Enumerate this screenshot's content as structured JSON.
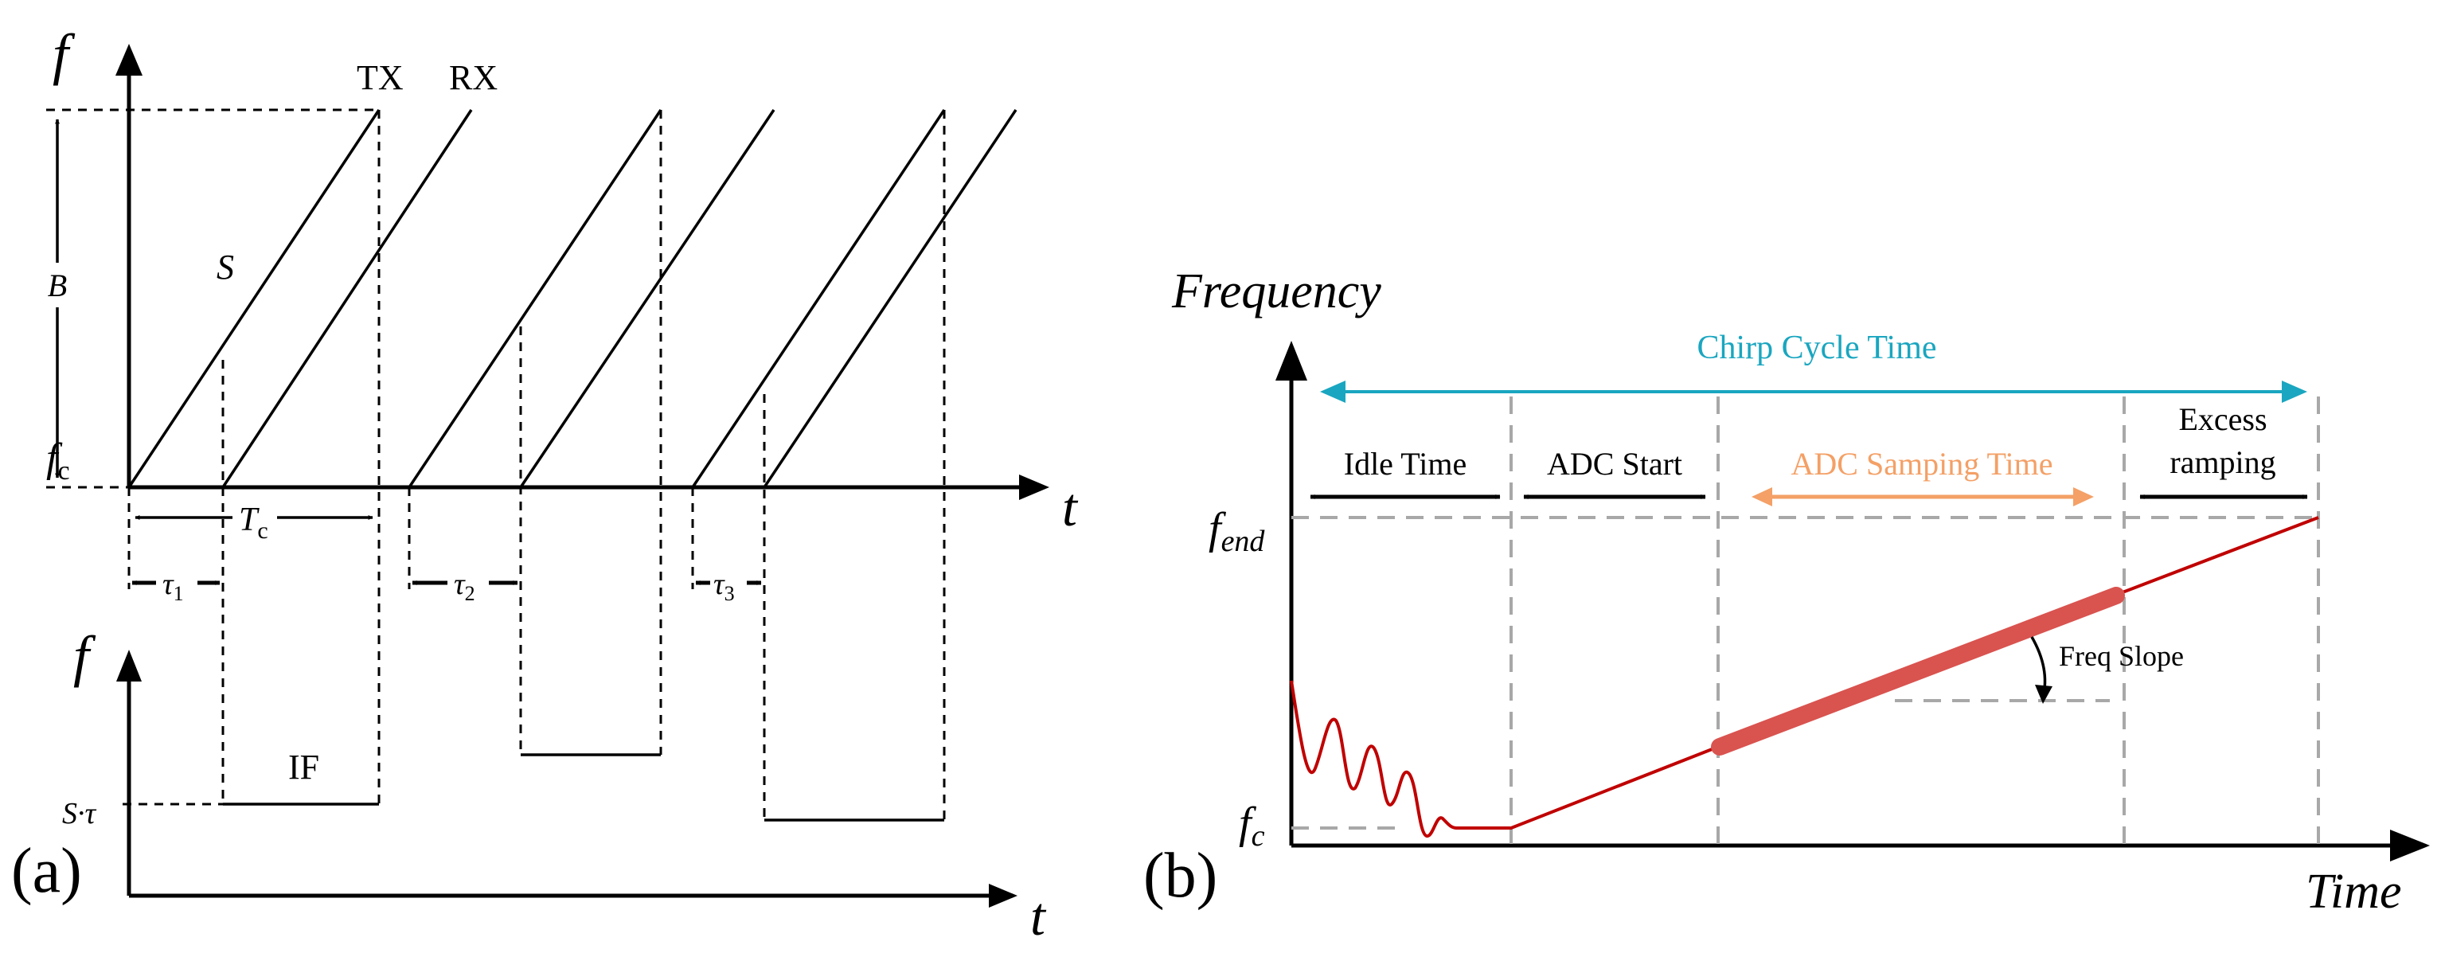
{
  "panel_a": {
    "panel_label": "(a)",
    "top_axis": {
      "y_label": "f",
      "x_label": "t"
    },
    "bottom_axis": {
      "y_label": "f",
      "x_label": "t"
    },
    "labels": {
      "tx": "TX",
      "rx": "RX",
      "slope": "S",
      "bandwidth": "B",
      "fc_main": "f",
      "fc_sub": "c",
      "tc_main": "T",
      "tc_sub": "c",
      "tau_main": "τ",
      "tau1_sub": "1",
      "tau2_sub": "2",
      "tau3_sub": "3",
      "if": "IF",
      "s_tau": "S·τ"
    }
  },
  "panel_b": {
    "panel_label": "(b)",
    "y_axis_label": "Frequency",
    "x_axis_label": "Time",
    "chirp_cycle_label": "Chirp Cycle Time",
    "segments": {
      "idle": "Idle Time",
      "adc_start": "ADC Start",
      "adc_sampling": "ADC Samping Time",
      "excess_line1": "Excess",
      "excess_line2": "ramping"
    },
    "f_end_main": "f",
    "f_end_sub": "end",
    "f_c_main": "f",
    "f_c_sub": "c",
    "freq_slope": "Freq Slope",
    "colors": {
      "chirp_cycle": "#1aa6c0",
      "adc_sampling": "#f4a066",
      "signal": "#c00000",
      "sampling_thick": "#d9534f",
      "guides": "#a8a8a8"
    }
  }
}
